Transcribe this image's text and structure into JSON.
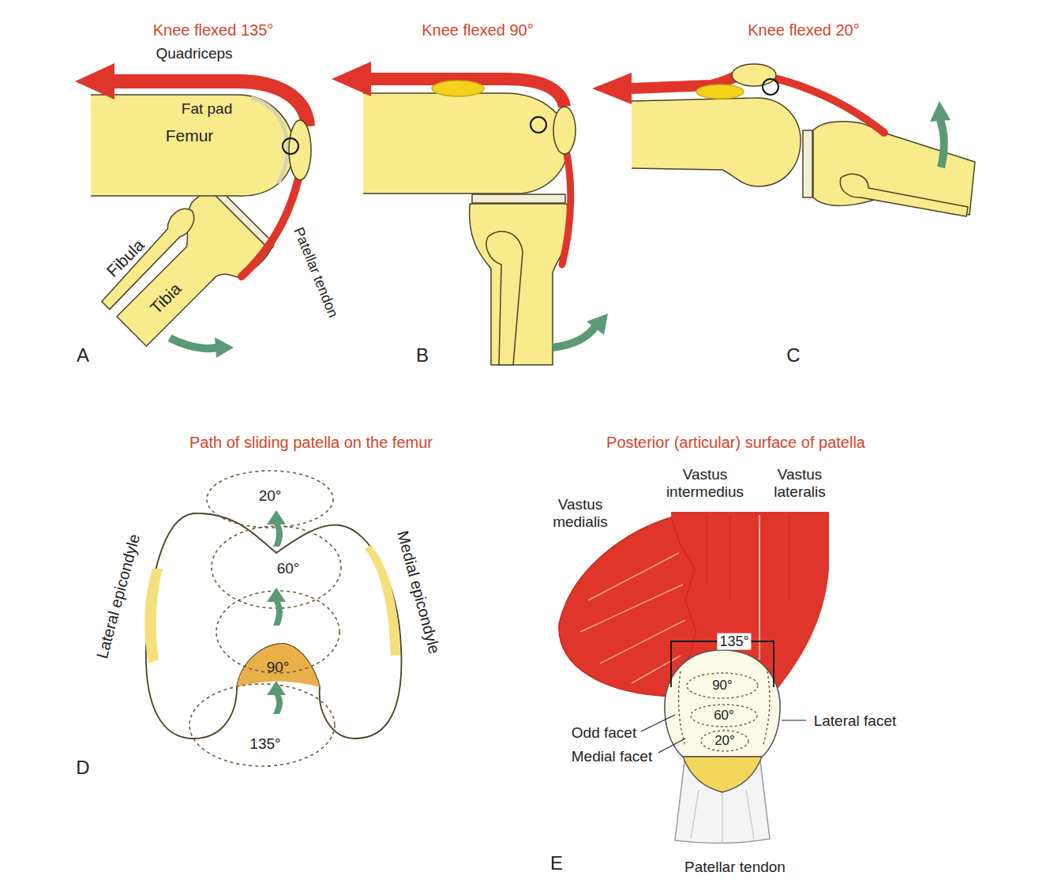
{
  "diagram": {
    "labels": [
      "Knee flexed 135°",
      "Quadriceps",
      "Fat pad",
      "Femur",
      "Fibula",
      "Tibia",
      "Patellar tendon",
      "A",
      "Knee flexed 90°",
      "B",
      "Knee flexed 20°",
      "C",
      "Path of sliding patella on the femur",
      "Lateral epicondyle",
      "20°",
      "Medial epicondyle",
      "60°",
      "90°",
      "135°",
      "D",
      "Posterior (articular) surface of patella",
      "Vastus medialis",
      "Vastus intermedius",
      "Vastus lateralis",
      "135°",
      "90°",
      "Odd facet",
      "60°",
      "Lateral facet",
      "Medial facet",
      "20°",
      "E",
      "Patellar tendon"
    ]
  }
}
